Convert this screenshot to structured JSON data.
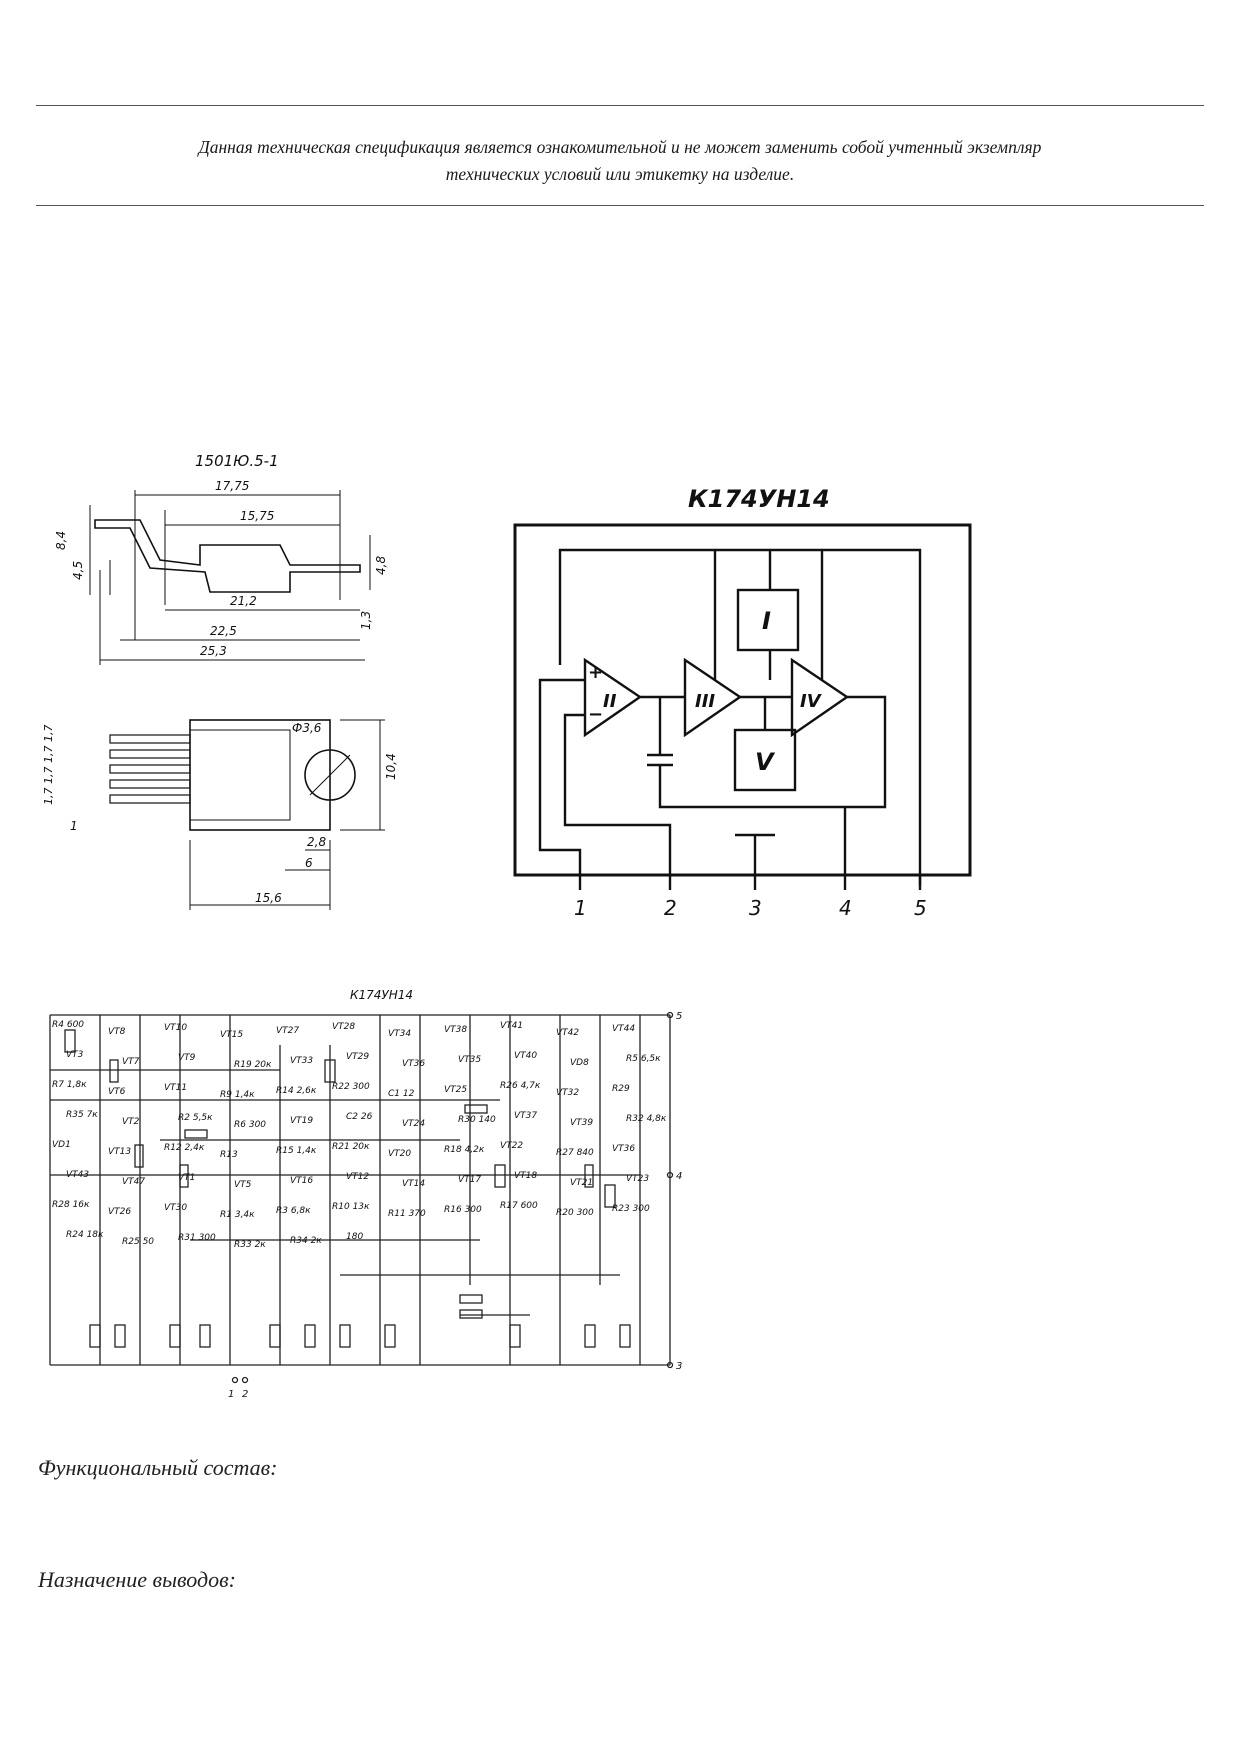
{
  "notice": {
    "line1": "Данная техническая спецификация является ознакомительной и не может заменить собой учтенный экземпляр",
    "line2": "технических условий или этикетку на изделие."
  },
  "package": {
    "title": "1501Ю.5-1",
    "dims_top": [
      "17,75",
      "15,75",
      "21,2",
      "22,5",
      "25,3",
      "8,4",
      "4,5",
      "4,8",
      "1,3"
    ],
    "dims_plan": [
      "Ф3,6",
      "10,4",
      "2,8",
      "6",
      "15,6",
      "1,7 1,7 1,7 1,7",
      "1"
    ]
  },
  "block_diagram": {
    "title": "К174УН14",
    "blocks": [
      "I",
      "II",
      "III",
      "IV",
      "V"
    ],
    "pins": [
      "1",
      "2",
      "3",
      "4",
      "5"
    ],
    "plus": "+",
    "minus": "−"
  },
  "schematic": {
    "title": "К174УН14",
    "labels": [
      "R4 600",
      "VT8",
      "VT10",
      "VT15",
      "VT27",
      "VT28",
      "VT34",
      "VT38",
      "VT41",
      "VT42",
      "VT44",
      "VT3",
      "VT7",
      "VT9",
      "R19 20к",
      "VT33",
      "VT29",
      "VT36",
      "VT35",
      "VT40",
      "VD8",
      "R5 6,5к",
      "R7 1,8к",
      "VT6",
      "VT11",
      "R9 1,4к",
      "R14 2,6к",
      "R22 300",
      "C1 12",
      "VT25",
      "R26 4,7к",
      "VT32",
      "R29",
      "R35 7к",
      "VT2",
      "R2 5,5к",
      "R6 300",
      "VT19",
      "C2 26",
      "VT24",
      "R30 140",
      "VT37",
      "VT39",
      "R32 4,8к",
      "VD1",
      "VT13",
      "R12 2,4к",
      "R13",
      "R15 1,4к",
      "R21 20к",
      "VT20",
      "R18 4,2к",
      "VT22",
      "R27 840",
      "VT36",
      "VT43",
      "VT47",
      "VT1",
      "VT5",
      "VT16",
      "VT12",
      "VT14",
      "VT17",
      "VT18",
      "VT21",
      "VT23",
      "R28 16к",
      "VT26",
      "VT30",
      "R1 3,4к",
      "R3 6,8к",
      "R10 13к",
      "R11 370",
      "R16 300",
      "R17 600",
      "R20 300",
      "R23 300",
      "R24 18к",
      "R25 50",
      "R31 300",
      "R33 2к",
      "R34 2к",
      "180"
    ],
    "terminals": [
      "5",
      "4",
      "3",
      "1",
      "2"
    ]
  },
  "sections": {
    "functional": "Функциональный состав:",
    "pins": "Назначение выводов:"
  }
}
